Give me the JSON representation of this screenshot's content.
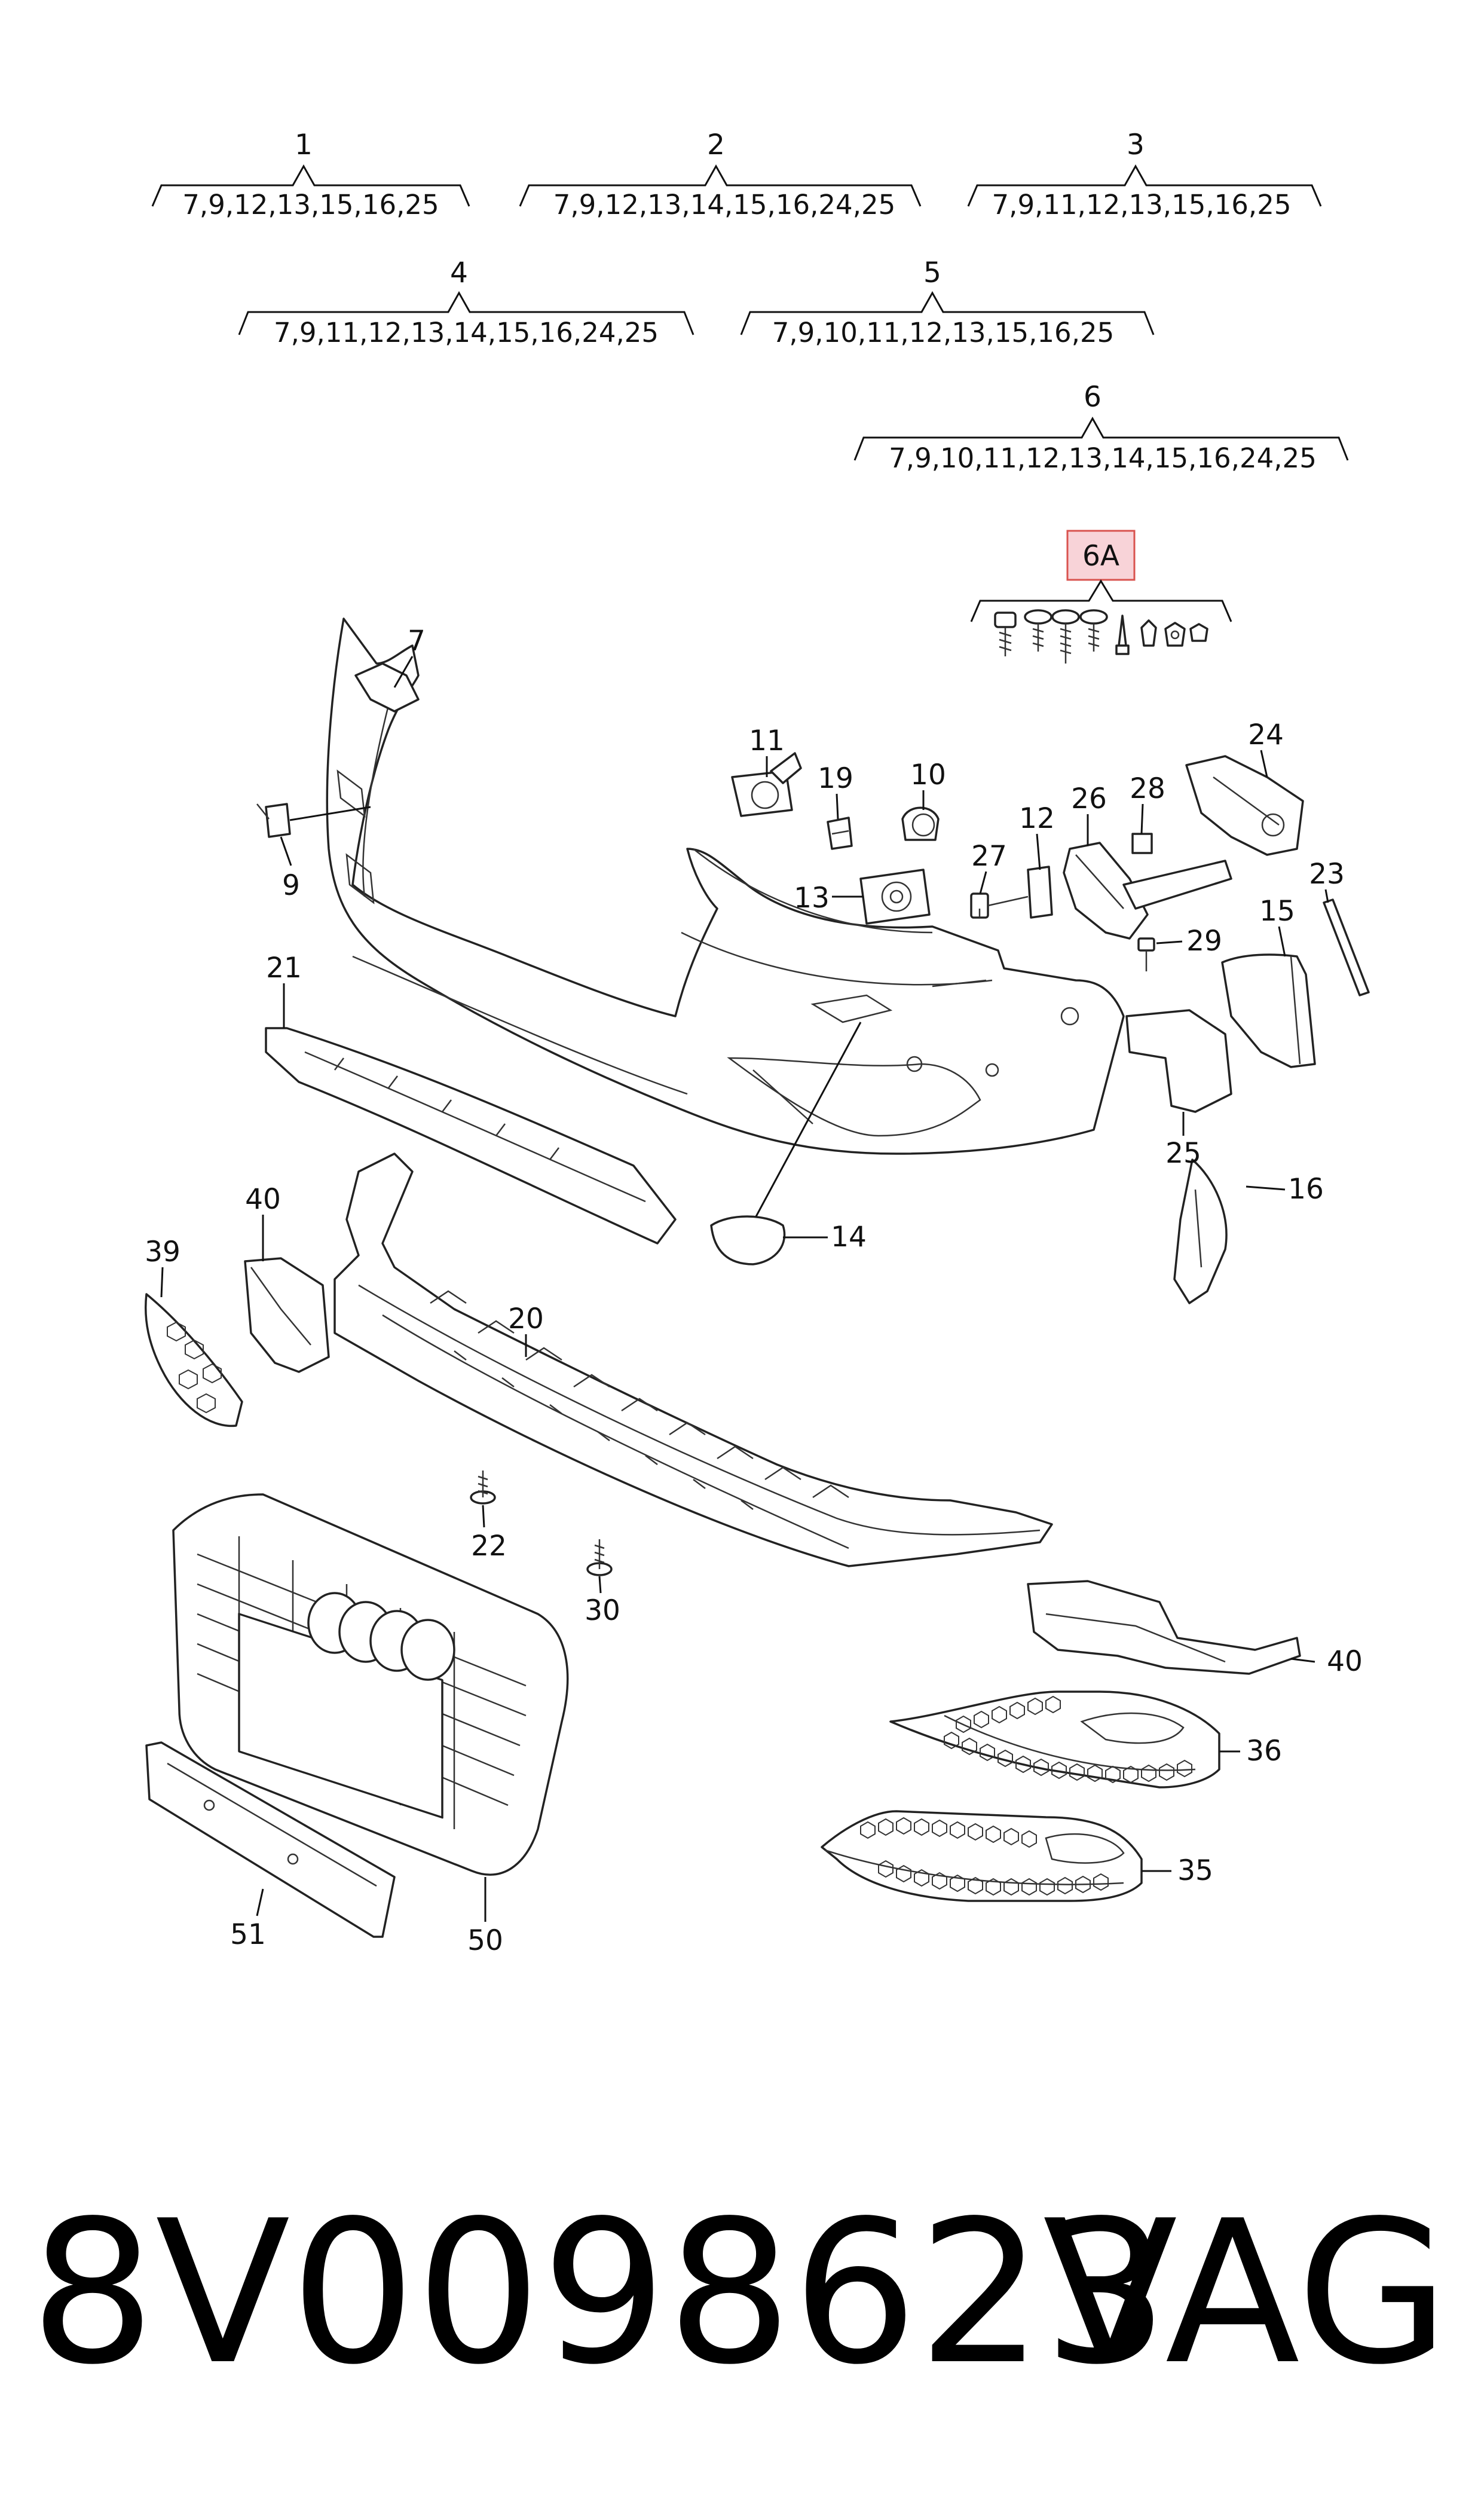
{
  "groups": [
    {
      "id": "1",
      "members": "7,9,12,13,15,16,25"
    },
    {
      "id": "2",
      "members": "7,9,12,13,14,15,16,24,25"
    },
    {
      "id": "3",
      "members": "7,9,11,12,13,15,16,25"
    },
    {
      "id": "4",
      "members": "7,9,11,12,13,14,15,16,24,25"
    },
    {
      "id": "5",
      "members": "7,9,10,11,12,13,15,16,25"
    },
    {
      "id": "6",
      "members": "7,9,10,11,12,13,14,15,16,24,25"
    }
  ],
  "kit": {
    "label": "6A",
    "highlight_color": "#f5c6cc",
    "border_color": "#d9534f"
  },
  "callouts": [
    "7",
    "9",
    "11",
    "10",
    "19",
    "28",
    "24",
    "12",
    "26",
    "27",
    "13",
    "23",
    "29",
    "15",
    "21",
    "25",
    "16",
    "14",
    "40",
    "39",
    "20",
    "22",
    "30",
    "40",
    "36",
    "35",
    "51",
    "50"
  ],
  "footer": {
    "part_number": "8V0098623",
    "brand": "VAG"
  }
}
